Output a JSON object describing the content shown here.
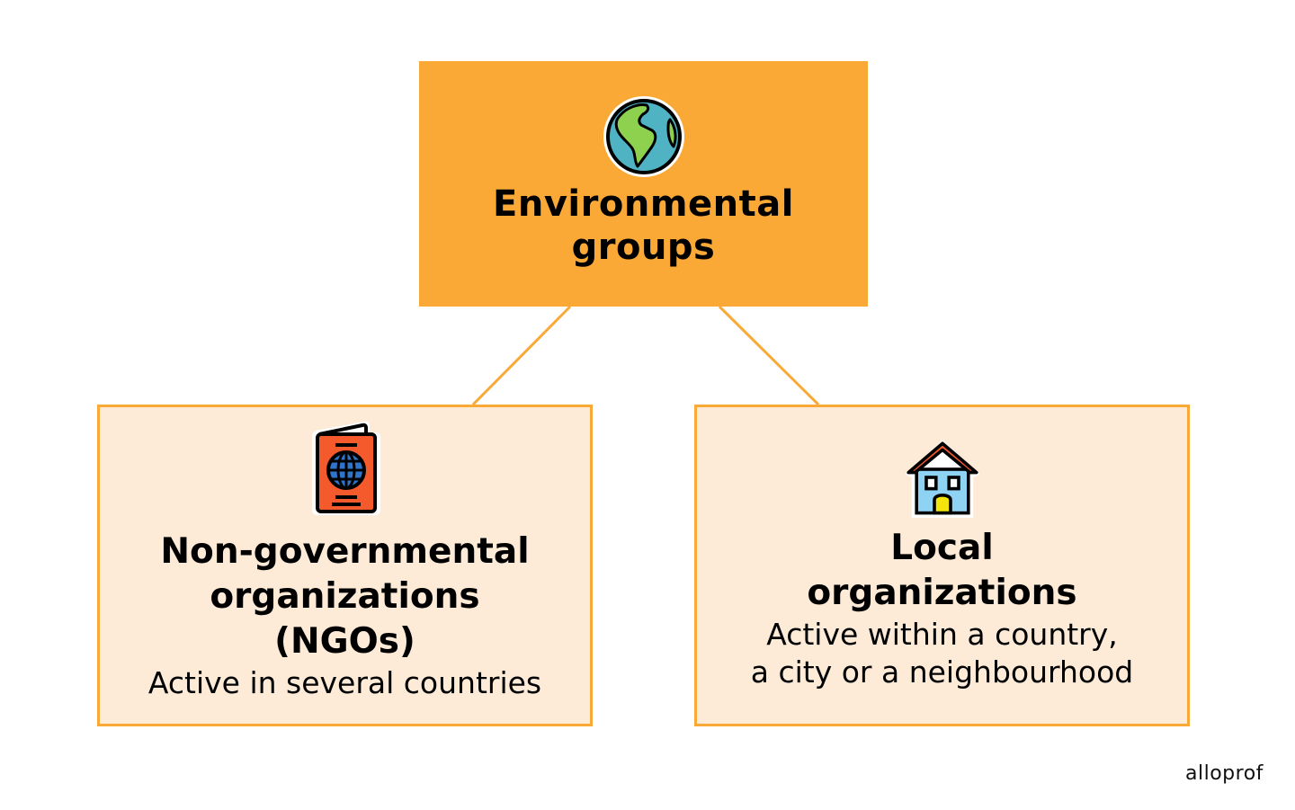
{
  "diagram": {
    "root": {
      "title": "Environmental\ngroups",
      "icon": "globe-icon",
      "background": "#FAA937"
    },
    "children": [
      {
        "title": "Non-governmental\norganizations\n(NGOs)",
        "description": "Active in several countries",
        "icon": "passport-icon",
        "background": "#FDEBD8",
        "border": "#FAA937"
      },
      {
        "title": "Local\norganizations",
        "description": "Active within a country,\na city or a neighbourhood",
        "icon": "house-icon",
        "background": "#FDEBD8",
        "border": "#FAA937"
      }
    ],
    "connector_color": "#FAA937"
  },
  "brand": {
    "logo_text": "alloprof"
  }
}
